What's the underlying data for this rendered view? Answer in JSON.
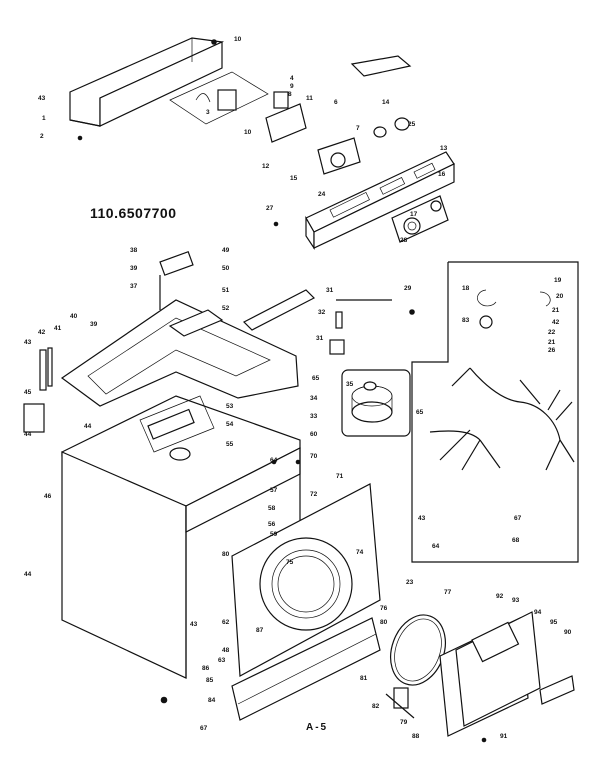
{
  "model_number": "110.6507700",
  "page_label": "A-5",
  "callouts": [
    {
      "id": "c1",
      "text": "10"
    },
    {
      "id": "c2",
      "text": "43"
    },
    {
      "id": "c3",
      "text": "1"
    },
    {
      "id": "c4",
      "text": "2"
    },
    {
      "id": "c5",
      "text": "3"
    },
    {
      "id": "c6",
      "text": "4"
    },
    {
      "id": "c7",
      "text": "9"
    },
    {
      "id": "c8",
      "text": "8"
    },
    {
      "id": "c9",
      "text": "11"
    },
    {
      "id": "c10",
      "text": "10"
    },
    {
      "id": "c11",
      "text": "6"
    },
    {
      "id": "c12",
      "text": "12"
    },
    {
      "id": "c13",
      "text": "15"
    },
    {
      "id": "c14",
      "text": "24"
    },
    {
      "id": "c15",
      "text": "14"
    },
    {
      "id": "c16",
      "text": "7"
    },
    {
      "id": "c17",
      "text": "25"
    },
    {
      "id": "c18",
      "text": "13"
    },
    {
      "id": "c19",
      "text": "16"
    },
    {
      "id": "c20",
      "text": "27"
    },
    {
      "id": "c21",
      "text": "17"
    },
    {
      "id": "c22",
      "text": "28"
    },
    {
      "id": "c23",
      "text": "38"
    },
    {
      "id": "c24",
      "text": "39"
    },
    {
      "id": "c25",
      "text": "37"
    },
    {
      "id": "c26",
      "text": "49"
    },
    {
      "id": "c27",
      "text": "50"
    },
    {
      "id": "c28",
      "text": "51"
    },
    {
      "id": "c29",
      "text": "52"
    },
    {
      "id": "c30",
      "text": "31"
    },
    {
      "id": "c31",
      "text": "29"
    },
    {
      "id": "c32",
      "text": "32"
    },
    {
      "id": "c33",
      "text": "31"
    },
    {
      "id": "c34",
      "text": "43"
    },
    {
      "id": "c35",
      "text": "42"
    },
    {
      "id": "c36",
      "text": "41"
    },
    {
      "id": "c37",
      "text": "40"
    },
    {
      "id": "c38",
      "text": "39"
    },
    {
      "id": "c39",
      "text": "65"
    },
    {
      "id": "c40",
      "text": "35"
    },
    {
      "id": "c41",
      "text": "34"
    },
    {
      "id": "c42",
      "text": "33"
    },
    {
      "id": "c43",
      "text": "45"
    },
    {
      "id": "c44",
      "text": "44"
    },
    {
      "id": "c45",
      "text": "44"
    },
    {
      "id": "c46",
      "text": "53"
    },
    {
      "id": "c47",
      "text": "54"
    },
    {
      "id": "c48",
      "text": "55"
    },
    {
      "id": "c49",
      "text": "60"
    },
    {
      "id": "c50",
      "text": "64"
    },
    {
      "id": "c51",
      "text": "70"
    },
    {
      "id": "c52",
      "text": "71"
    },
    {
      "id": "c53",
      "text": "72"
    },
    {
      "id": "c54",
      "text": "57"
    },
    {
      "id": "c55",
      "text": "58"
    },
    {
      "id": "c56",
      "text": "56"
    },
    {
      "id": "c57",
      "text": "59"
    },
    {
      "id": "c58",
      "text": "74"
    },
    {
      "id": "c59",
      "text": "75"
    },
    {
      "id": "c60",
      "text": "80"
    },
    {
      "id": "c61",
      "text": "46"
    },
    {
      "id": "c62",
      "text": "44"
    },
    {
      "id": "c63",
      "text": "62"
    },
    {
      "id": "c64",
      "text": "63"
    },
    {
      "id": "c65",
      "text": "43"
    },
    {
      "id": "c66",
      "text": "87"
    },
    {
      "id": "c67",
      "text": "48"
    },
    {
      "id": "c68",
      "text": "85"
    },
    {
      "id": "c69",
      "text": "86"
    },
    {
      "id": "c70",
      "text": "84"
    },
    {
      "id": "c71",
      "text": "67"
    },
    {
      "id": "c72",
      "text": "76"
    },
    {
      "id": "c73",
      "text": "80"
    },
    {
      "id": "c74",
      "text": "81"
    },
    {
      "id": "c75",
      "text": "82"
    },
    {
      "id": "c76",
      "text": "79"
    },
    {
      "id": "c77",
      "text": "88"
    },
    {
      "id": "c78",
      "text": "77"
    },
    {
      "id": "c79",
      "text": "92"
    },
    {
      "id": "c80",
      "text": "93"
    },
    {
      "id": "c81",
      "text": "94"
    },
    {
      "id": "c82",
      "text": "95"
    },
    {
      "id": "c83",
      "text": "90"
    },
    {
      "id": "c84",
      "text": "91"
    },
    {
      "id": "c85",
      "text": "23"
    },
    {
      "id": "c86",
      "text": "18"
    },
    {
      "id": "c87",
      "text": "19"
    },
    {
      "id": "c88",
      "text": "20"
    },
    {
      "id": "c89",
      "text": "21"
    },
    {
      "id": "c90",
      "text": "42"
    },
    {
      "id": "c91",
      "text": "22"
    },
    {
      "id": "c92",
      "text": "21"
    },
    {
      "id": "c93",
      "text": "26"
    },
    {
      "id": "c94",
      "text": "83"
    },
    {
      "id": "c95",
      "text": "65"
    },
    {
      "id": "c96",
      "text": "43"
    },
    {
      "id": "c97",
      "text": "67"
    },
    {
      "id": "c98",
      "text": "68"
    },
    {
      "id": "c99",
      "text": "64"
    }
  ]
}
